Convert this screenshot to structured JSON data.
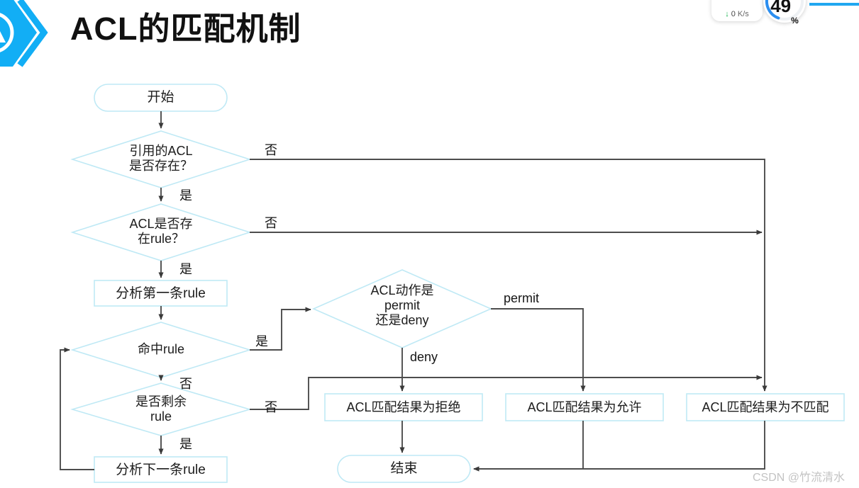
{
  "header": {
    "title": "ACL的匹配机制",
    "logo_icon": "play-circle-hexagon-logo",
    "accent_color": "#21a7f0"
  },
  "overlays": {
    "netspeed": {
      "download_icon": "download-arrow-icon",
      "value": "0",
      "unit": "K/s"
    },
    "cpu_meter": {
      "value": "49",
      "percent_symbol": "%",
      "progress": 49,
      "arc_color": "#2b8ef0",
      "track_color": "#eef1f4"
    }
  },
  "watermark": "CSDN @竹流清水",
  "chart_data": {
    "type": "diagram",
    "title": "ACL的匹配机制",
    "node_border_color": "#bfe9f5",
    "connector_color": "#4d4d4d",
    "nodes": [
      {
        "id": "start",
        "shape": "terminator",
        "label": "开始"
      },
      {
        "id": "acl_exist",
        "shape": "decision",
        "label": "引用的ACL\n是否存在？"
      },
      {
        "id": "rule_exist",
        "shape": "decision",
        "label": "ACL是否存\n在rule？"
      },
      {
        "id": "first_rule",
        "shape": "process",
        "label": "分析第一条rule"
      },
      {
        "id": "hit_rule",
        "shape": "decision",
        "label": "命中rule"
      },
      {
        "id": "rest_rule",
        "shape": "decision",
        "label": "是否剩余\nrule"
      },
      {
        "id": "next_rule",
        "shape": "process",
        "label": "分析下一条rule"
      },
      {
        "id": "acl_action",
        "shape": "decision",
        "label": "ACL动作是\npermit\n还是deny"
      },
      {
        "id": "res_deny",
        "shape": "process",
        "label": "ACL匹配结果为拒绝"
      },
      {
        "id": "res_permit",
        "shape": "process",
        "label": "ACL匹配结果为允许"
      },
      {
        "id": "res_none",
        "shape": "process",
        "label": "ACL匹配结果为不匹配"
      },
      {
        "id": "end",
        "shape": "terminator",
        "label": "结束"
      }
    ],
    "edges": [
      {
        "from": "start",
        "to": "acl_exist",
        "label": ""
      },
      {
        "from": "acl_exist",
        "to": "res_none",
        "label": "否"
      },
      {
        "from": "acl_exist",
        "to": "rule_exist",
        "label": "是"
      },
      {
        "from": "rule_exist",
        "to": "res_none",
        "label": "否"
      },
      {
        "from": "rule_exist",
        "to": "first_rule",
        "label": "是"
      },
      {
        "from": "first_rule",
        "to": "hit_rule",
        "label": ""
      },
      {
        "from": "hit_rule",
        "to": "acl_action",
        "label": "是"
      },
      {
        "from": "hit_rule",
        "to": "rest_rule",
        "label": "否"
      },
      {
        "from": "rest_rule",
        "to": "res_none",
        "label": "否"
      },
      {
        "from": "rest_rule",
        "to": "next_rule",
        "label": "是"
      },
      {
        "from": "next_rule",
        "to": "hit_rule",
        "label": ""
      },
      {
        "from": "acl_action",
        "to": "res_permit",
        "label": "permit"
      },
      {
        "from": "acl_action",
        "to": "res_deny",
        "label": "deny"
      },
      {
        "from": "res_deny",
        "to": "end",
        "label": ""
      },
      {
        "from": "res_permit",
        "to": "end",
        "label": ""
      },
      {
        "from": "res_none",
        "to": "end",
        "label": ""
      }
    ],
    "edge_labels": {
      "no1": "否",
      "yes1": "是",
      "no2": "否",
      "yes2": "是",
      "yes_hit": "是",
      "no_hit": "否",
      "no_rest": "否",
      "yes_rest": "是",
      "permit": "permit",
      "deny": "deny"
    }
  }
}
